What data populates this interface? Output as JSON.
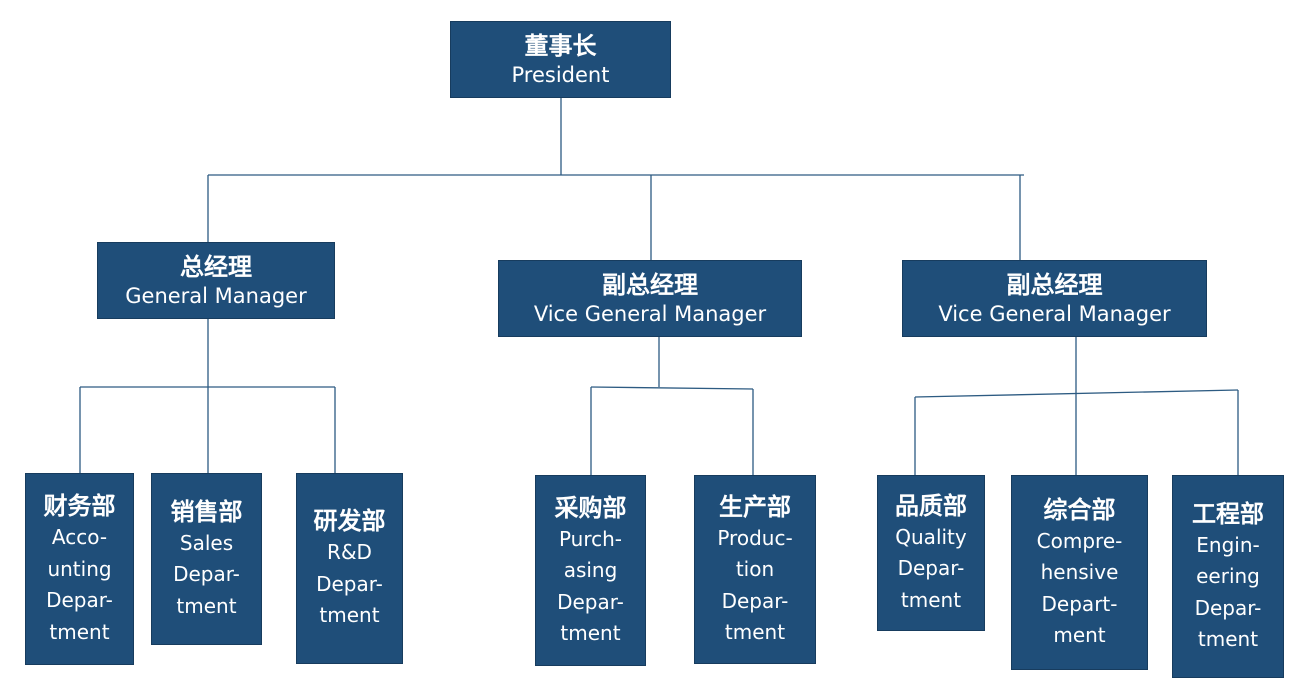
{
  "org_chart": {
    "president": {
      "zh": "董事长",
      "en": "President"
    },
    "general_manager": {
      "zh": "总经理",
      "en": "General Manager"
    },
    "vice_general_manager_1": {
      "zh": "副总经理",
      "en": "Vice General Manager"
    },
    "vice_general_manager_2": {
      "zh": "副总经理",
      "en": "Vice General Manager"
    },
    "departments": {
      "accounting": {
        "zh": "财务部",
        "en": [
          "Acco-",
          "unting",
          "Depar-",
          "tment"
        ]
      },
      "sales": {
        "zh": "销售部",
        "en": [
          "Sales",
          "Depar-",
          "tment"
        ]
      },
      "rnd": {
        "zh": "研发部",
        "en": [
          "R&D",
          "Depar-",
          "tment"
        ]
      },
      "purchasing": {
        "zh": "采购部",
        "en": [
          "Purch-",
          "asing",
          "Depar-",
          "tment"
        ]
      },
      "production": {
        "zh": "生产部",
        "en": [
          "Produc-",
          "tion",
          "Depar-",
          "tment"
        ]
      },
      "quality": {
        "zh": "品质部",
        "en": [
          "Quality",
          "Depar-",
          "tment"
        ]
      },
      "comprehensive": {
        "zh": "综合部",
        "en": [
          "Compre-",
          "hensive",
          "Depart-",
          "ment"
        ]
      },
      "engineering": {
        "zh": "工程部",
        "en": [
          "Engin-",
          "eering",
          "Depar-",
          "tment"
        ]
      }
    },
    "colors": {
      "box_fill": "#1f4e79",
      "box_text": "#ffffff",
      "connector": "#2d5b82"
    }
  }
}
